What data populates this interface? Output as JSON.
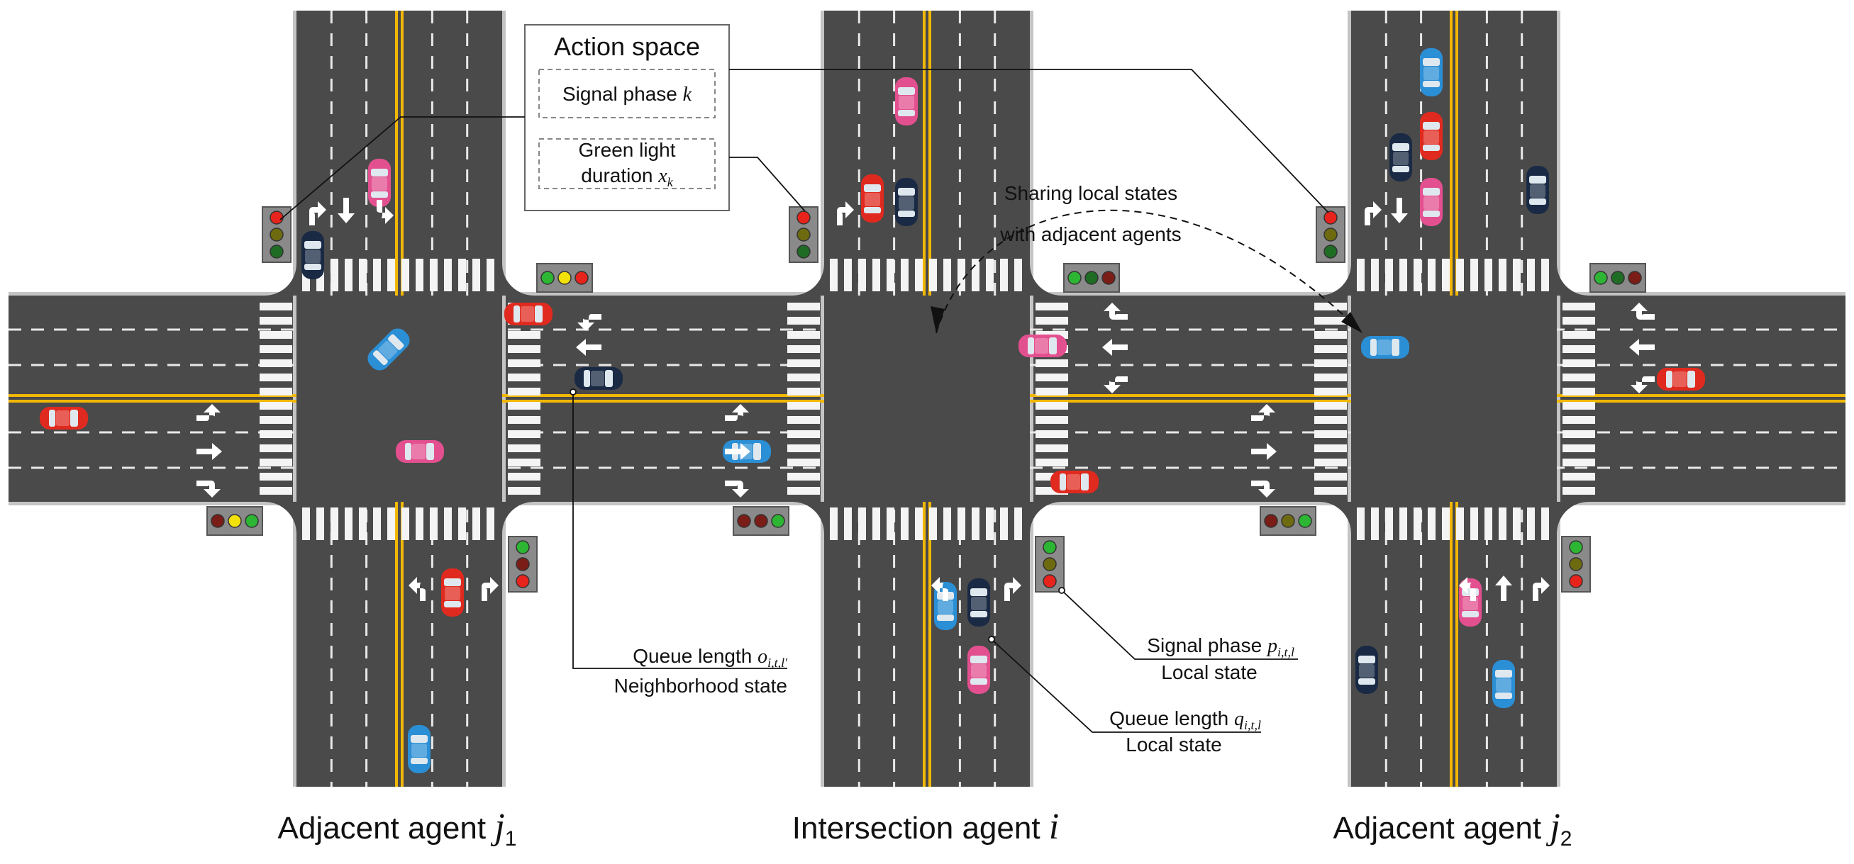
{
  "action_space": {
    "title": "Action space",
    "signal_phase": {
      "text": "Signal phase ",
      "var": "k"
    },
    "green_line1": "Green light",
    "green_line2": {
      "text": "duration ",
      "var": "x",
      "sub": "k"
    }
  },
  "sharing": {
    "line1": "Sharing local states",
    "line2": "with adjacent agents"
  },
  "neighborhood_label": {
    "text": "Queue length ",
    "var": "o",
    "sub": "i,t,l'",
    "line2": "Neighborhood state"
  },
  "signal_label": {
    "text": "Signal phase ",
    "var": "p",
    "sub": "i,t,l",
    "line2": "Local state"
  },
  "queue_label": {
    "text": "Queue length ",
    "var": "q",
    "sub": "i,t,l",
    "line2": "Local state"
  },
  "agents": [
    {
      "name": "Adjacent agent ",
      "var": "j",
      "sub": "1"
    },
    {
      "name": "Intersection agent ",
      "var": "i",
      "sub": ""
    },
    {
      "name": "Adjacent agent ",
      "var": "j",
      "sub": "2"
    }
  ],
  "colors": {
    "road": "#4a4a4a",
    "curb": "#c4c4c4",
    "yellow_line": "#f2b705",
    "car_red": "#e02a1f",
    "car_blue": "#2b8fd6",
    "car_pink": "#e3508f",
    "car_navy": "#1a2a45"
  }
}
